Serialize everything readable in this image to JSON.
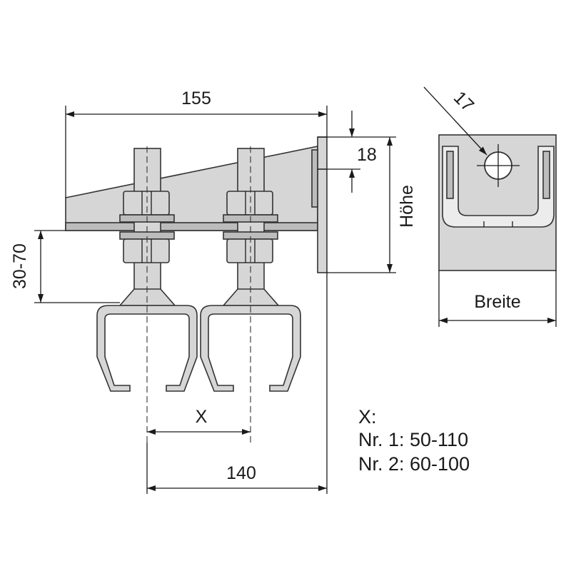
{
  "drawing": {
    "dimensions": {
      "top_width": "155",
      "bracket_thickness": "18",
      "height_label": "Höhe",
      "hole_label": "17",
      "width_label": "Breite",
      "adjust_range": "30-70",
      "spacing_label": "X",
      "bottom_width": "140"
    },
    "notes": [
      "X:",
      "Nr. 1: 50-110",
      "Nr. 2: 60-100"
    ]
  }
}
